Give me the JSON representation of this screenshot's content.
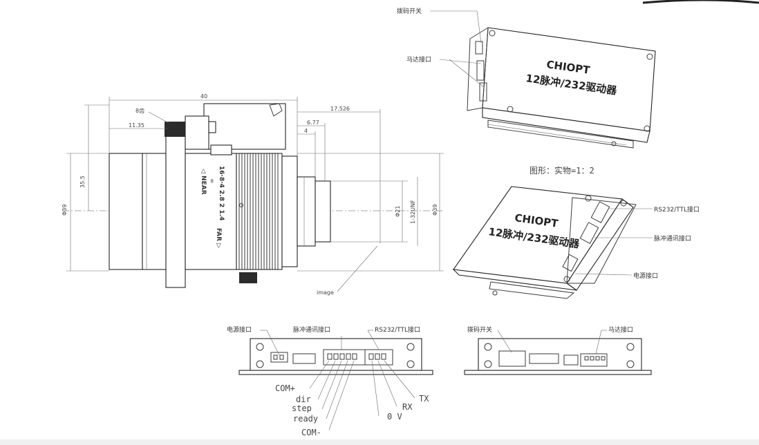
{
  "lens_drawing": {
    "dims": {
      "total_length": "40",
      "gear_offset": "11.35",
      "gear_teeth": "8齿",
      "flange_back": "17.526",
      "d1": "6.77",
      "d2": "4",
      "height": "35.5",
      "dia_outer": "Φ39",
      "dia_outer_right": "Φ39",
      "dia_mount": "Φ21",
      "thread": "1-32UNF"
    },
    "lens_marks": {
      "near": "◁ NEAR",
      "far": "FAR ▷",
      "apertures": "16·8·4  2.8  2  1.4",
      "infinity": "∞"
    },
    "image_label": "image"
  },
  "driver_top": {
    "brand": "CHIOPT",
    "model": "12脉冲/232驱动器",
    "label_dip": "拨码开关",
    "label_motor": "马达接口"
  },
  "scale_note": "图形：实物=1：2",
  "driver_iso": {
    "brand": "CHIOPT",
    "model": "12脉冲/232驱动器",
    "label_rs232": "RS232/TTL接口",
    "label_pulse": "脉冲通讯接口",
    "label_power": "电源接口"
  },
  "front_view_left": {
    "label_power": "电源接口",
    "label_pulse": "脉冲通讯接口",
    "label_rs232": "RS232/TTL接口",
    "pins": [
      "COM+",
      "dir",
      "step",
      "ready",
      "COM-"
    ],
    "serial_pins": [
      "TX",
      "RX",
      "0 V"
    ]
  },
  "front_view_right": {
    "label_dip": "拨码开关",
    "label_motor": "马达接口"
  }
}
